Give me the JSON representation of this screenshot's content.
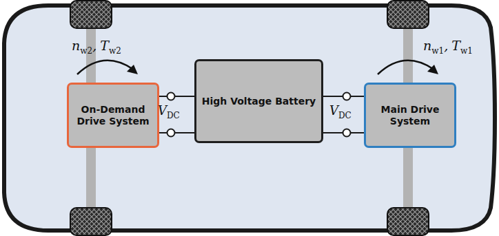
{
  "diagram": {
    "nodes": [
      {
        "text": [
          "On-Demand Drive System"
        ]
      },
      {
        "text": [
          "High Voltage Battery"
        ]
      },
      {
        "text": [
          "Main Drive System"
        ]
      }
    ],
    "edges": [
      {
        "from": 1,
        "to": 0,
        "arrow": "none"
      },
      {
        "from": 1,
        "to": 2,
        "arrow": "none"
      }
    ],
    "labels": [
      "n",
      "w2",
      ",",
      "T",
      "w2",
      "n",
      "w1",
      ",",
      "T",
      "w1",
      "V",
      "DC",
      "V",
      "DC"
    ]
  }
}
